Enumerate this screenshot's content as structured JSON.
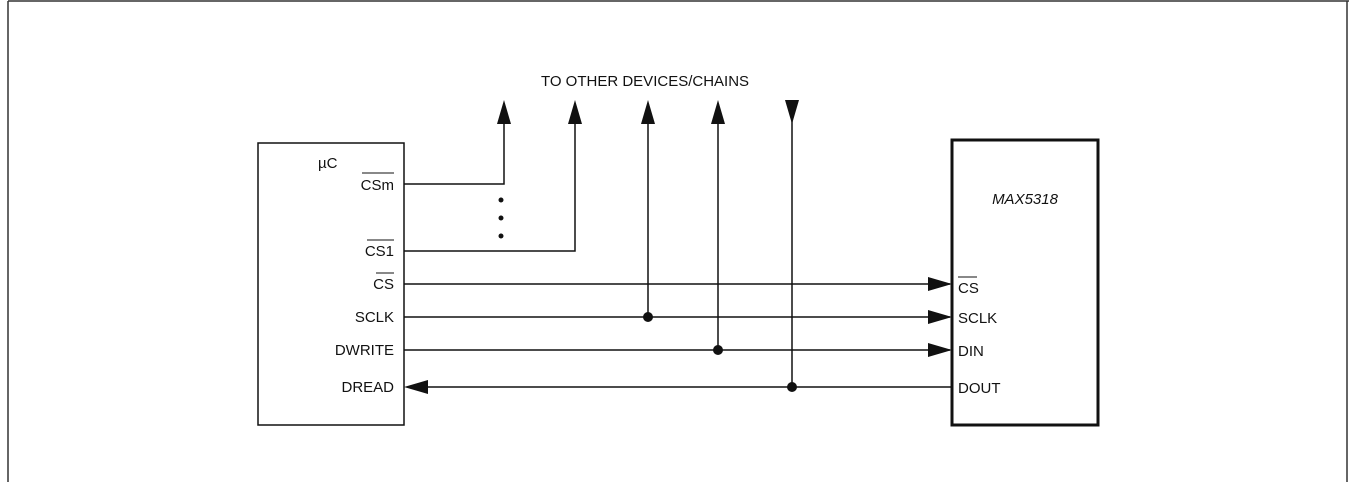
{
  "diagram": {
    "header_note": "TO OTHER DEVICES/CHAINS",
    "microcontroller": {
      "title": "µC",
      "pins": {
        "csm": "CSm",
        "cs1": "CS1",
        "cs": "CS",
        "sclk": "SCLK",
        "dwrite": "DWRITE",
        "dread": "DREAD"
      },
      "ellipsis": "⋮"
    },
    "device": {
      "title": "MAX5318",
      "pins": {
        "cs": "CS",
        "sclk": "SCLK",
        "din": "DIN",
        "dout": "DOUT"
      }
    },
    "colors": {
      "line": "#111111",
      "background": "#ffffff"
    }
  }
}
